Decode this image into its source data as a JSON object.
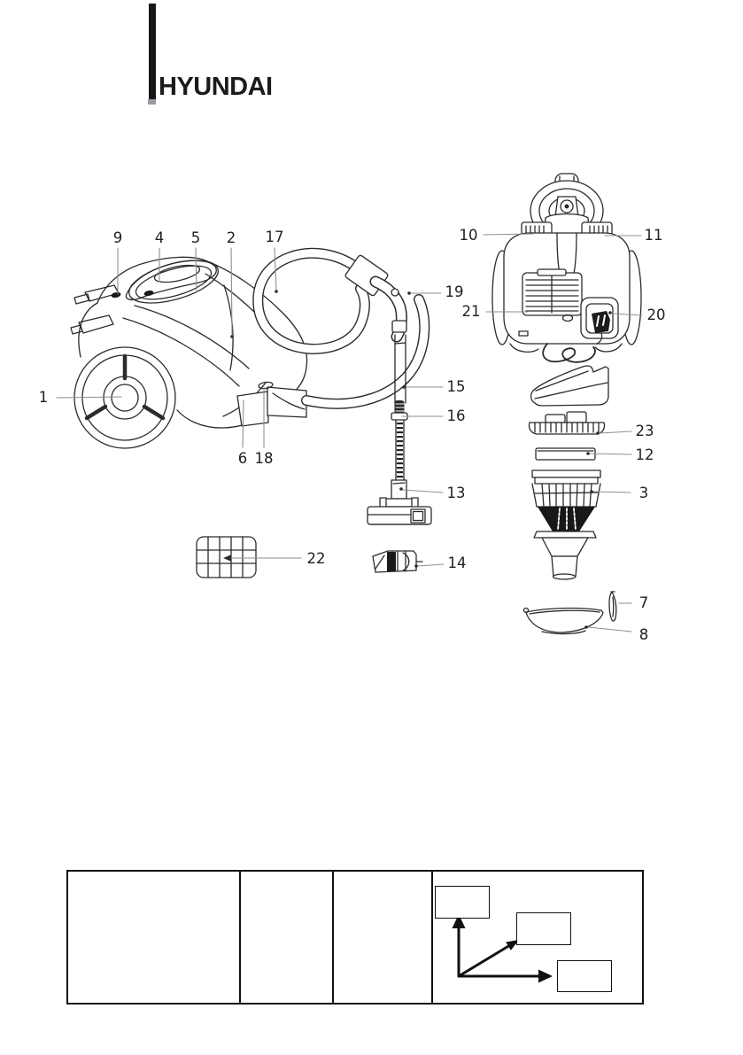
{
  "brand": {
    "logo_text": "HYUNDAI"
  },
  "diagram": {
    "description": "exploded-parts-diagram-of-cyclonic-canister-vacuum-cleaner",
    "callouts": [
      {
        "label": "9"
      },
      {
        "label": "4"
      },
      {
        "label": "5"
      },
      {
        "label": "2"
      },
      {
        "label": "17"
      },
      {
        "label": "10"
      },
      {
        "label": "11"
      },
      {
        "label": "19"
      },
      {
        "label": "21"
      },
      {
        "label": "20"
      },
      {
        "label": "1"
      },
      {
        "label": "15"
      },
      {
        "label": "16"
      },
      {
        "label": "6"
      },
      {
        "label": "18"
      },
      {
        "label": "13"
      },
      {
        "label": "22"
      },
      {
        "label": "14"
      },
      {
        "label": "23"
      },
      {
        "label": "12"
      },
      {
        "label": "3"
      },
      {
        "label": "7"
      },
      {
        "label": "8"
      }
    ]
  },
  "table": {
    "rows": 1,
    "columns": 4,
    "cells": [
      "",
      "",
      "",
      ""
    ],
    "flow_boxes": [
      "",
      "",
      ""
    ]
  },
  "colors": {
    "ink": "#2b2b2b",
    "leader": "#8f8f8f",
    "logo": "#1b1b1b",
    "table_border": "#111111"
  }
}
